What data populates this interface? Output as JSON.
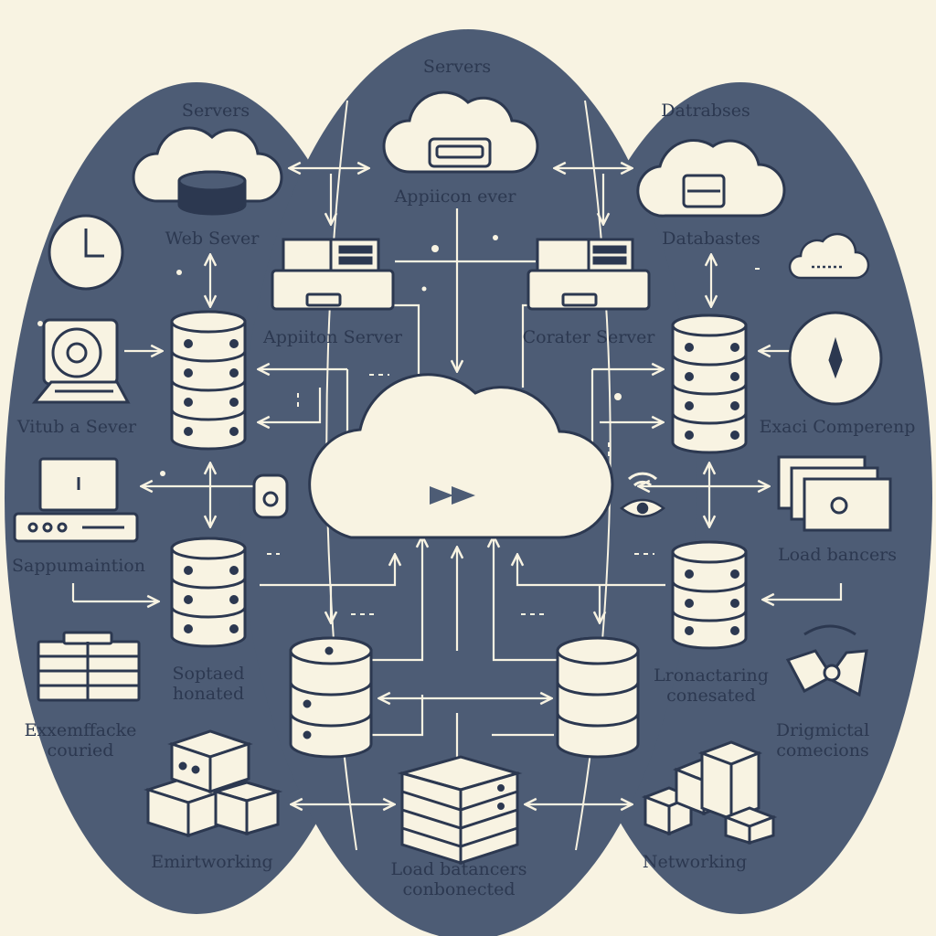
{
  "labels": {
    "servers_left": "Servers",
    "servers_top": "Servers",
    "databases_top": "Datrabses",
    "web_server": "Web Sever",
    "application_ever": "Appiicon ever",
    "databases": "Databastes",
    "appiiton_server": "Appiiton Server",
    "corater_server": "Corater Server",
    "virtual_server": "Vitub a Sever",
    "exact_comperenp": "Exaci Comperenp",
    "sappunantion": "Sappumaintion",
    "load_bancers": "Load bancers",
    "soptaed_line1": "Soptaed",
    "soptaed_line2": "honated",
    "lronactaring_line1": "Lronactaring",
    "lronactaring_line2": "conesated",
    "exemface_line1": "Exxemffacke",
    "exemface_line2": "couried",
    "drigmical_line1": "Drigmictal",
    "drigmical_line2": "comecions",
    "emirtworking": "Emirtworking",
    "load_bottom_line1": "Load batancers",
    "load_bottom_line2": "conbonected",
    "networking": "Networking"
  },
  "colors": {
    "background": "#f8f3e2",
    "panel": "#4d5c75",
    "ink": "#2c3850",
    "fill": "#f8f3e2"
  },
  "icons": [
    "cloud-icon",
    "server-stack-icon",
    "database-icon",
    "clock-icon",
    "laptop-icon",
    "router-icon",
    "compass-icon",
    "document-stack-icon",
    "wifi-icon",
    "eye-icon",
    "box-stack-icon",
    "forward-arrow-icon"
  ]
}
